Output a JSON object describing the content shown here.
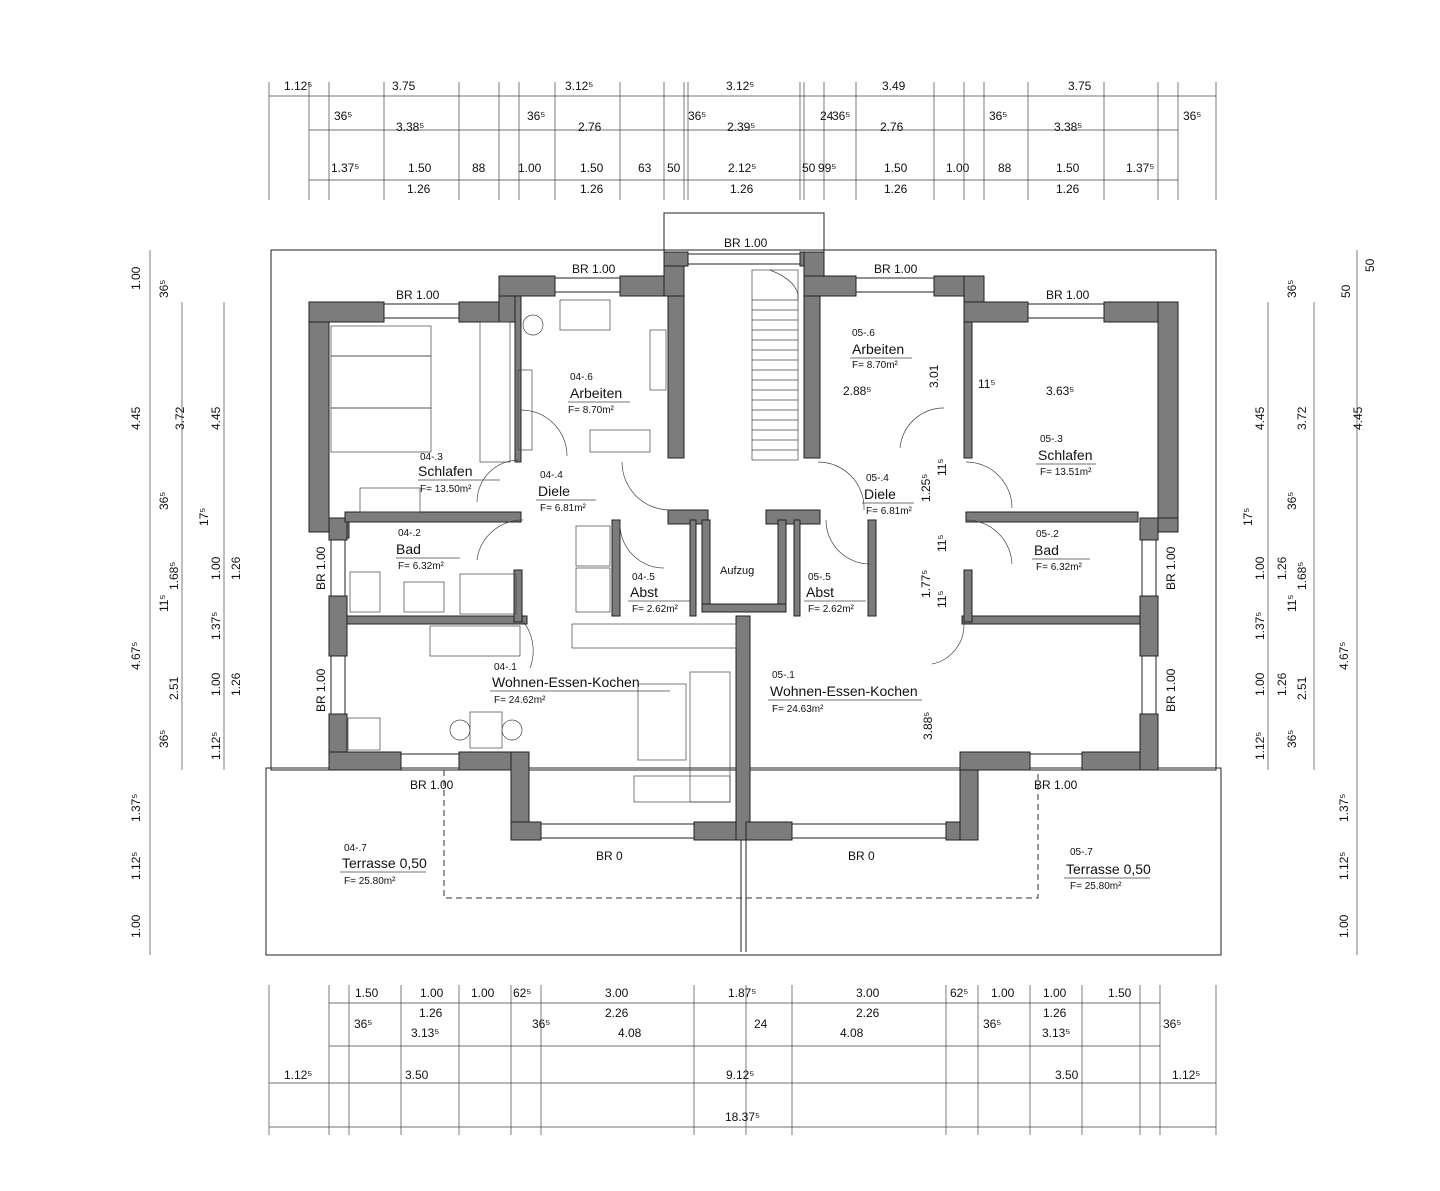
{
  "dimensions": {
    "top_row1": [
      "1.12⁵",
      "3.75",
      "3.12⁵",
      "3.12⁵",
      "3.49",
      "3.75"
    ],
    "top_row2": [
      "36⁵",
      "3.38⁵",
      "36⁵",
      "2.76",
      "36⁵",
      "2.39⁵",
      "24",
      "36⁵",
      "2.76",
      "36⁵",
      "3.38⁵",
      "36⁵"
    ],
    "top_row3": [
      "1.37⁵",
      "1.50",
      "88",
      "1.00",
      "1.50",
      "63",
      "50",
      "2.12⁵",
      "50",
      "99⁵",
      "1.50",
      "1.00",
      "88",
      "1.50",
      "1.37⁵"
    ],
    "top_row4": [
      "1.26",
      "1.26",
      "1.26",
      "1.26",
      "1.26"
    ],
    "bottom_row1": [
      "1.50",
      "1.00",
      "1.00",
      "62⁵",
      "3.00",
      "1.87⁵",
      "3.00",
      "62⁵",
      "1.00",
      "1.00",
      "1.50"
    ],
    "bottom_row2": [
      "1.26",
      "2.26",
      "2.26",
      "1.26"
    ],
    "bottom_row3": [
      "36⁵",
      "3.13⁵",
      "36⁵",
      "4.08",
      "24",
      "4.08",
      "36⁵",
      "3.13⁵",
      "36⁵"
    ],
    "bottom_row4": [
      "1.12⁵",
      "3.50",
      "9.12⁵",
      "3.50",
      "1.12⁵"
    ],
    "bottom_total": "18.37⁵",
    "left_outer": [
      "1.00",
      "4.45",
      "4.67⁵",
      "1.37⁵",
      "1.12⁵",
      "1.00"
    ],
    "left_mid": [
      "36⁵",
      "3.72",
      "36⁵",
      "1.68⁵",
      "11⁵",
      "2.51",
      "36⁵"
    ],
    "left_inner": [
      "4.45",
      "17⁵",
      "1.00",
      "1.37⁵",
      "1.00",
      "1.12⁵"
    ],
    "left_win": [
      "1.26",
      "1.26"
    ],
    "right_outer": [
      "50",
      "4.45",
      "4.67⁵",
      "1.37⁵",
      "1.12⁵",
      "1.00"
    ],
    "right_mid": [
      "50",
      "3.72",
      "36⁵",
      "1.68⁵",
      "11⁵",
      "2.51",
      "36⁵"
    ],
    "right_inner": [
      "36⁵",
      "4.45",
      "17⁵",
      "1.00",
      "1.37⁵",
      "1.00",
      "1.12⁵"
    ],
    "right_win": [
      "1.26",
      "1.26"
    ],
    "interior": [
      "2.88⁵",
      "3.01",
      "11⁵",
      "3.63⁵",
      "11⁵",
      "1.25⁵",
      "11⁵",
      "1.77⁵",
      "11⁵",
      "3.88⁵"
    ]
  },
  "rooms": {
    "schlafen_l": {
      "num": "04-.3",
      "name": "Schlafen",
      "area": "F= 13.50m²"
    },
    "arbeiten_l": {
      "num": "04-.6",
      "name": "Arbeiten",
      "area": "F= 8.70m²"
    },
    "diele_l": {
      "num": "04-.4",
      "name": "Diele",
      "area": "F= 6.81m²"
    },
    "bad_l": {
      "num": "04-.2",
      "name": "Bad",
      "area": "F= 6.32m²"
    },
    "abst_l": {
      "num": "04-.5",
      "name": "Abst",
      "area": "F= 2.62m²"
    },
    "wek_l": {
      "num": "04-.1",
      "name": "Wohnen-Essen-Kochen",
      "area": "F= 24.62m²"
    },
    "terrasse_l": {
      "num": "04-.7",
      "name": "Terrasse 0,50",
      "area": "F= 25.80m²"
    },
    "arbeiten_r": {
      "num": "05-.6",
      "name": "Arbeiten",
      "area": "F= 8.70m²"
    },
    "schlafen_r": {
      "num": "05-.3",
      "name": "Schlafen",
      "area": "F= 13.51m²"
    },
    "diele_r": {
      "num": "05-.4",
      "name": "Diele",
      "area": "F= 6.81m²"
    },
    "bad_r": {
      "num": "05-.2",
      "name": "Bad",
      "area": "F= 6.32m²"
    },
    "abst_r": {
      "num": "05-.5",
      "name": "Abst",
      "area": "F= 2.62m²"
    },
    "wek_r": {
      "num": "05-.1",
      "name": "Wohnen-Essen-Kochen",
      "area": "F= 24.63m²"
    },
    "terrasse_r": {
      "num": "05-.7",
      "name": "Terrasse 0,50",
      "area": "F= 25.80m²"
    }
  },
  "aufzug": "Aufzug",
  "br": {
    "br100": "BR 1.00",
    "br0": "BR 0"
  }
}
